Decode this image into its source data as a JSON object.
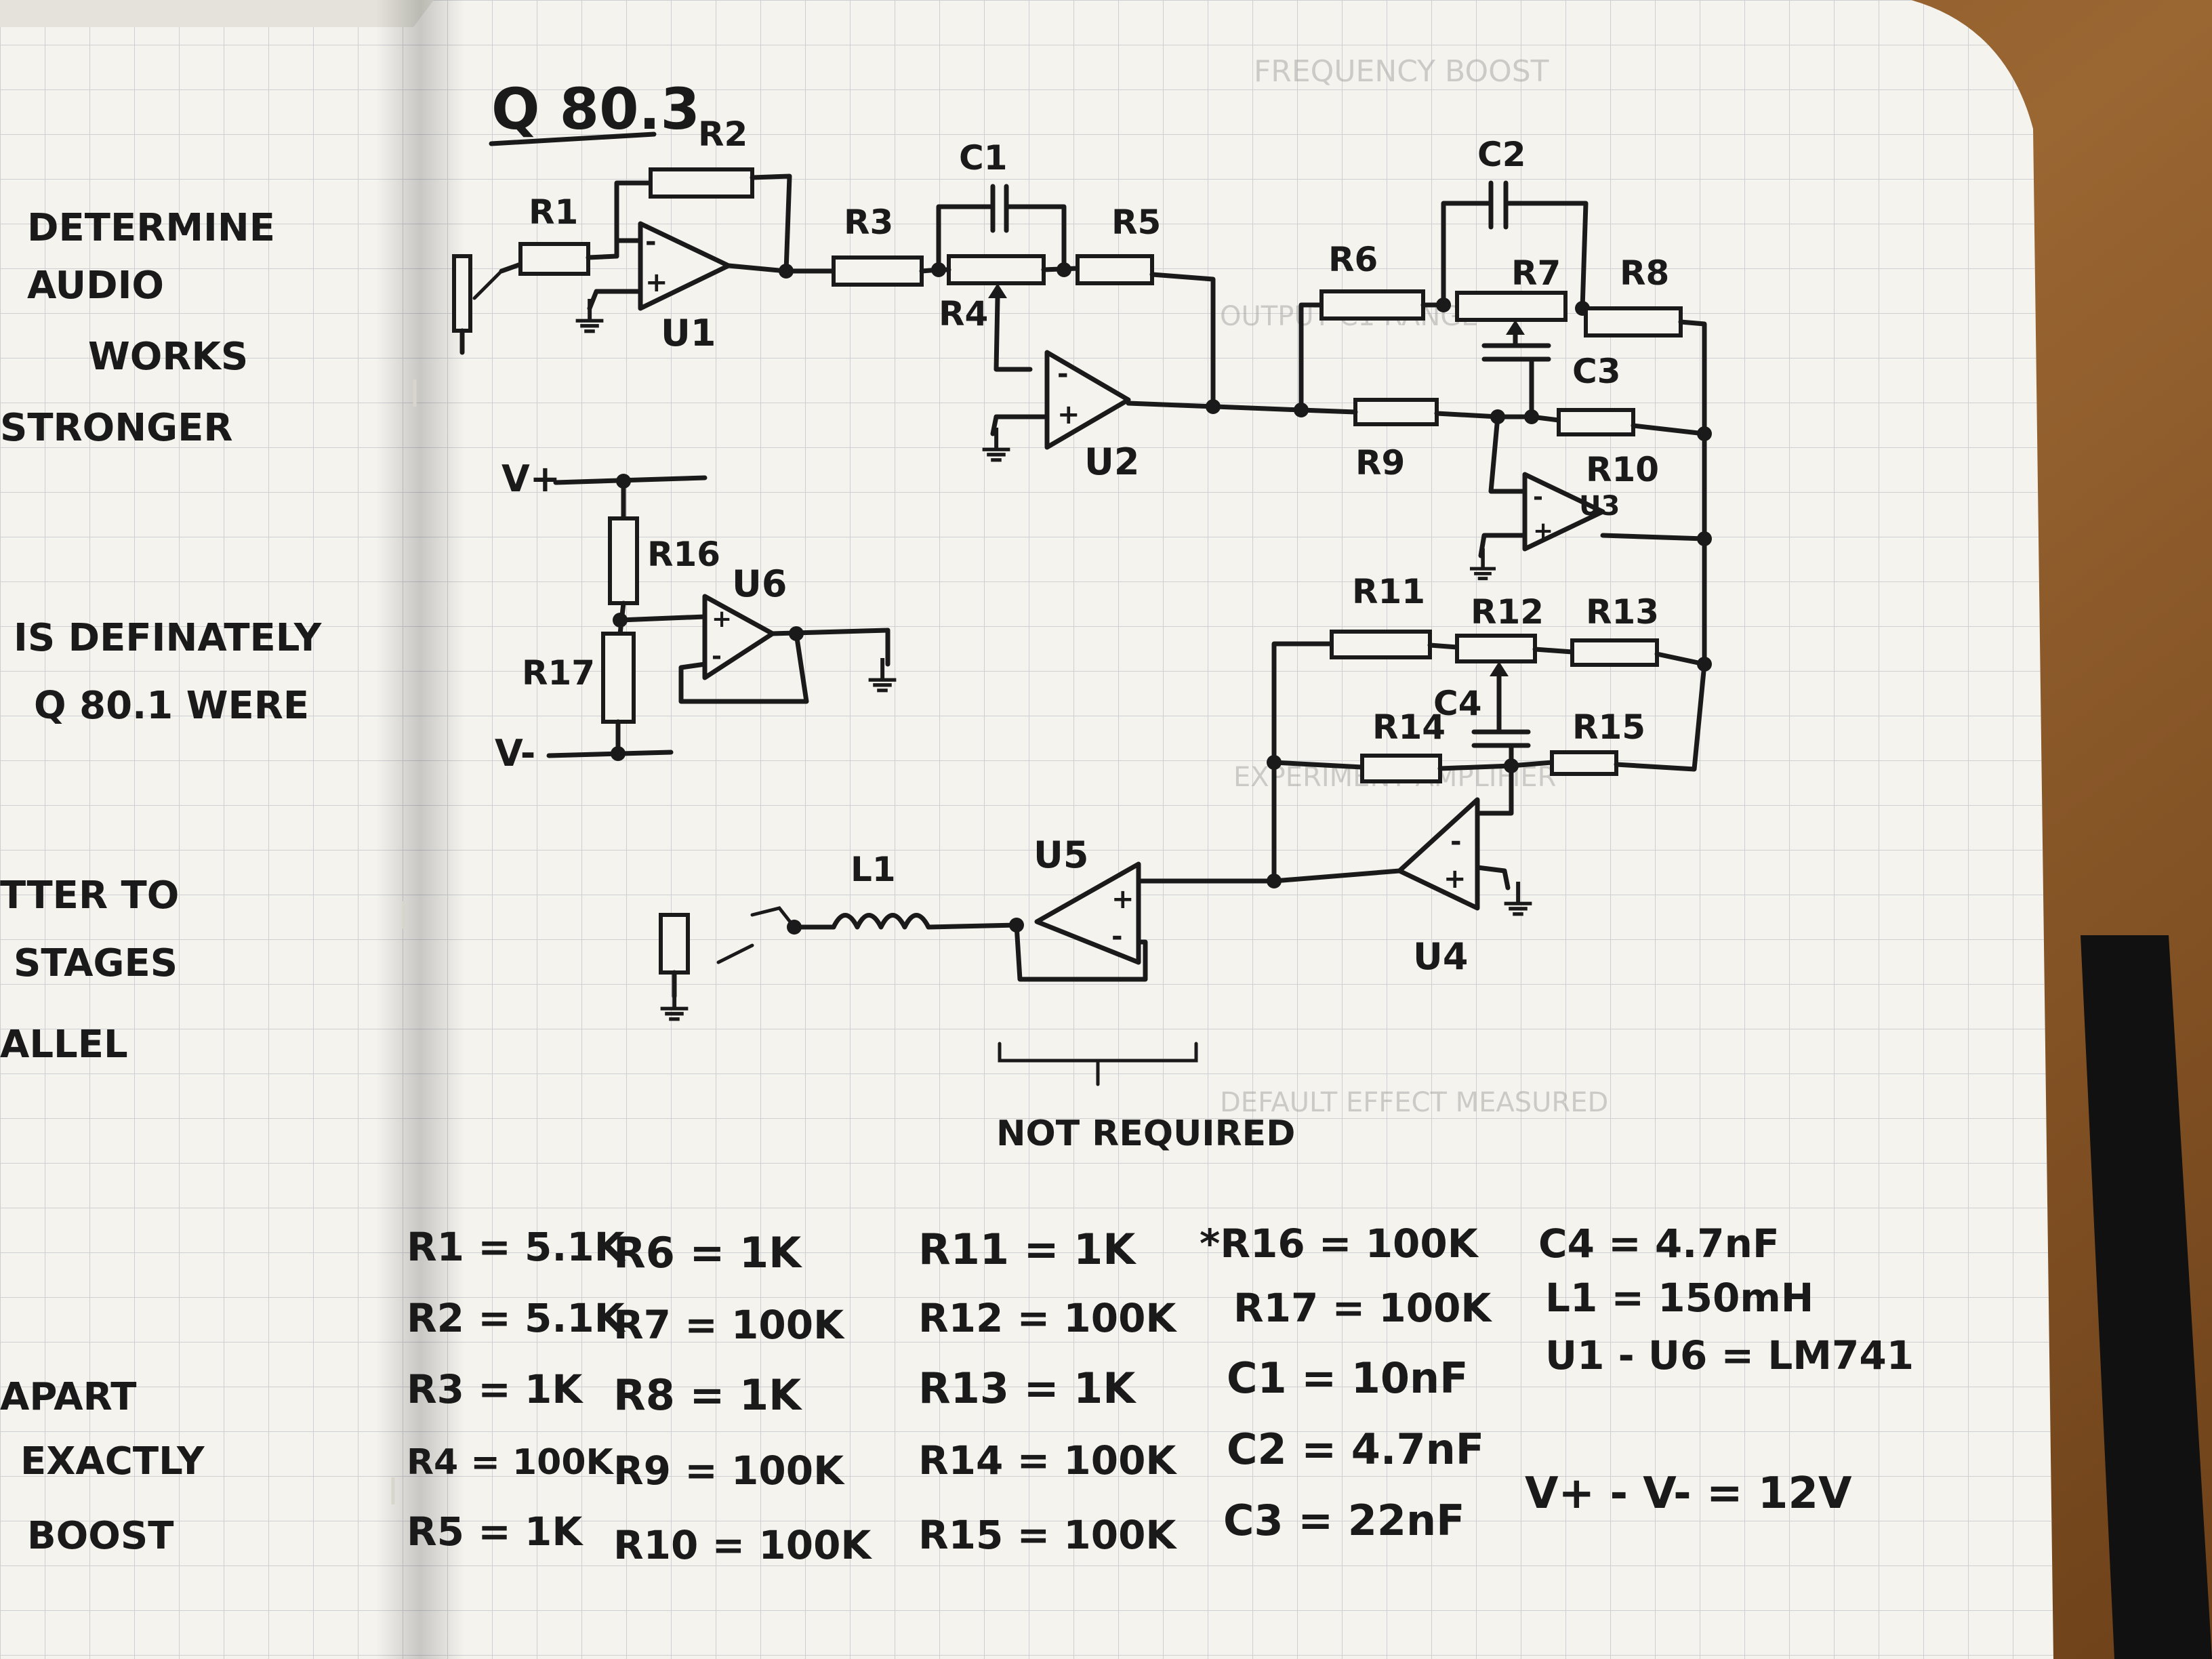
{
  "title": "Q 80.3",
  "left_page_notes": [
    "DETERMINE",
    "AUDIO",
    "WORKS",
    "STRONGER",
    "IS DEFINATELY",
    "Q 80.1 WERE",
    "TTER TO",
    "STAGES",
    "ALLEL",
    "APART",
    "EXACTLY",
    "BOOST"
  ],
  "schematic": {
    "component_labels": {
      "R1": "R1",
      "R2": "R2",
      "R3": "R3",
      "R4": "R4",
      "R5": "R5",
      "R6": "R6",
      "R7": "R7",
      "R8": "R8",
      "R9": "R9",
      "R10": "R10",
      "R11": "R11",
      "R12": "R12",
      "R13": "R13",
      "R14": "R14",
      "R15": "R15",
      "R16": "R16",
      "R17": "R17",
      "C1": "C1",
      "C2": "C2",
      "C3": "C3",
      "C4": "C4",
      "U1": "U1",
      "U2": "U2",
      "U3": "U3",
      "U4": "U4",
      "U5": "U5",
      "U6": "U6",
      "L1": "L1",
      "Vplus": "V+",
      "Vminus": "V-"
    },
    "not_required_label": "NOT REQUIRED"
  },
  "bill_of_materials": {
    "col1": [
      "R1 = 5.1K",
      "R2 = 5.1K",
      "R3 = 1K",
      "R4 = 100K",
      "R5 = 1K"
    ],
    "col2": [
      "R6 = 1K",
      "R7 = 100K",
      "R8 = 1K",
      "R9 = 100K",
      "R10 = 100K"
    ],
    "col3": [
      "R11 = 1K",
      "R12 = 100K",
      "R13 = 1K",
      "R14 = 100K",
      "R15 = 100K"
    ],
    "col4": [
      "*R16 = 100K",
      "R17 = 100K",
      "C1 = 10nF",
      "C2 = 4.7nF",
      "C3 = 22nF"
    ],
    "col5": [
      "C4 = 4.7nF",
      "L1 = 150mH",
      "U1 - U6 = LM741",
      "",
      "V+ - V- = 12V"
    ]
  },
  "colors": {
    "paper": "#f4f3ee",
    "grid": "#c9cbd0",
    "ink": "#1a1a1a",
    "desk": "#8a5a2c"
  }
}
